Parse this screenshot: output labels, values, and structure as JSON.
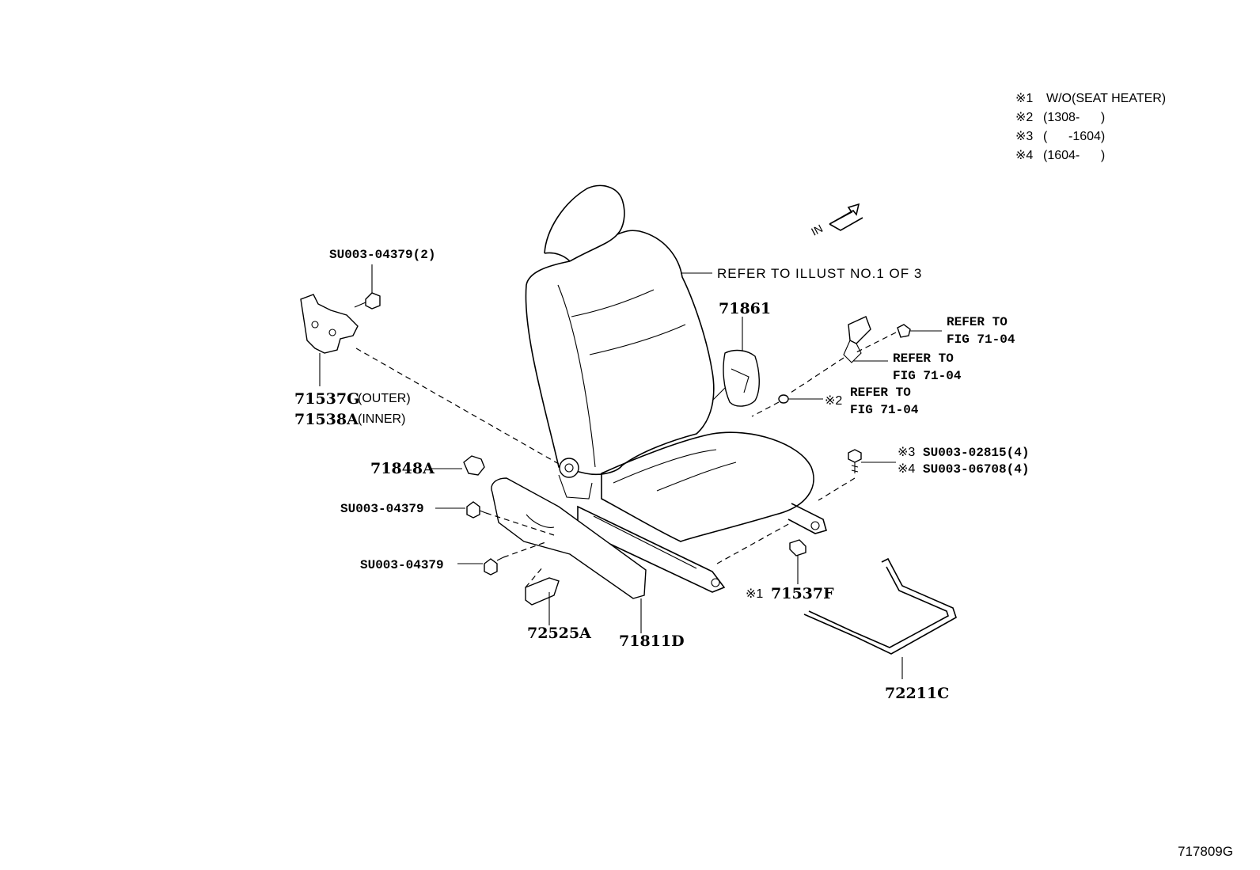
{
  "notes": [
    {
      "mark": "※1",
      "text": "W/O(SEAT HEATER)"
    },
    {
      "mark": "※2",
      "text": "(1308-      )"
    },
    {
      "mark": "※3",
      "text": "(      -1604)"
    },
    {
      "mark": "※4",
      "text": "(1604-      )"
    }
  ],
  "direction": {
    "label": "IN"
  },
  "refer_illust": "REFER TO ILLUST NO.1 OF 3",
  "labels": {
    "su_top": "SU003-04379(2)",
    "p71537g": "71537G",
    "p71537g_note": "(OUTER)",
    "p71538a": "71538A",
    "p71538a_note": "(INNER)",
    "p71848a": "71848A",
    "su_mid": "SU003-04379",
    "su_low": "SU003-04379",
    "p72525a": "72525A",
    "p71811d": "71811D",
    "p71861": "71861",
    "refer1a": "REFER TO",
    "refer1b": "FIG 71-04",
    "refer2a": "REFER TO",
    "refer2b": "FIG 71-04",
    "refer3mark": "※2",
    "refer3a": "REFER TO",
    "refer3b": "FIG 71-04",
    "bolt3mark": "※3",
    "bolt3": "SU003-02815(4)",
    "bolt4mark": "※4",
    "bolt4": "SU003-06708(4)",
    "p71537f_mark": "※1",
    "p71537f": "71537F",
    "p72211c": "72211C"
  },
  "figure_id": "717809G"
}
